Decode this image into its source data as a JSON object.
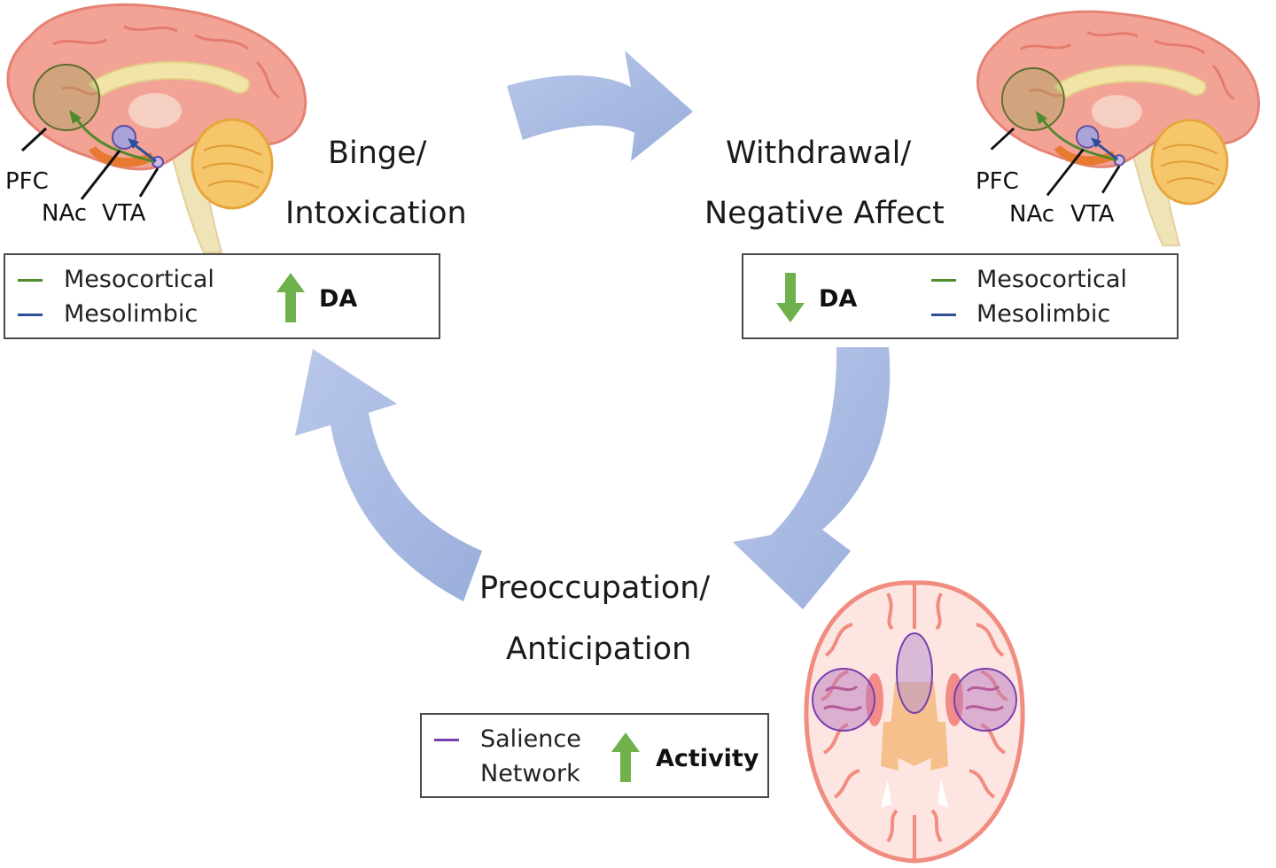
{
  "stages": {
    "binge_line1": "Binge/",
    "binge_line2": "Intoxication",
    "withdrawal_line1": "Withdrawal/",
    "withdrawal_line2": "Negative Affect",
    "preoccupation_line1": "Preoccupation/",
    "preoccupation_line2": "Anticipation"
  },
  "brain_labels": {
    "pfc": "PFC",
    "nac": "NAc",
    "vta": "VTA"
  },
  "legend_binge": {
    "mesocortical": "Mesocortical",
    "mesolimbic": "Mesolimbic",
    "da": "DA",
    "direction": "up"
  },
  "legend_withdrawal": {
    "mesocortical": "Mesocortical",
    "mesolimbic": "Mesolimbic",
    "da": "DA",
    "direction": "down"
  },
  "legend_preoccupation": {
    "salience_line1": "Salience",
    "salience_line2": "Network",
    "activity": "Activity",
    "direction": "up"
  },
  "colors": {
    "mesocortical": "#4e8a2e",
    "mesolimbic": "#2d4f9a",
    "salience": "#7a3fb0",
    "arrow_up_down": "#6fb14a",
    "cycle_arrow": "#a7b8e0",
    "cortex": "#f08d80"
  },
  "icons": {
    "cycle_arrow": "curved-arrow-icon",
    "change_arrow": "thick-arrow-icon"
  }
}
